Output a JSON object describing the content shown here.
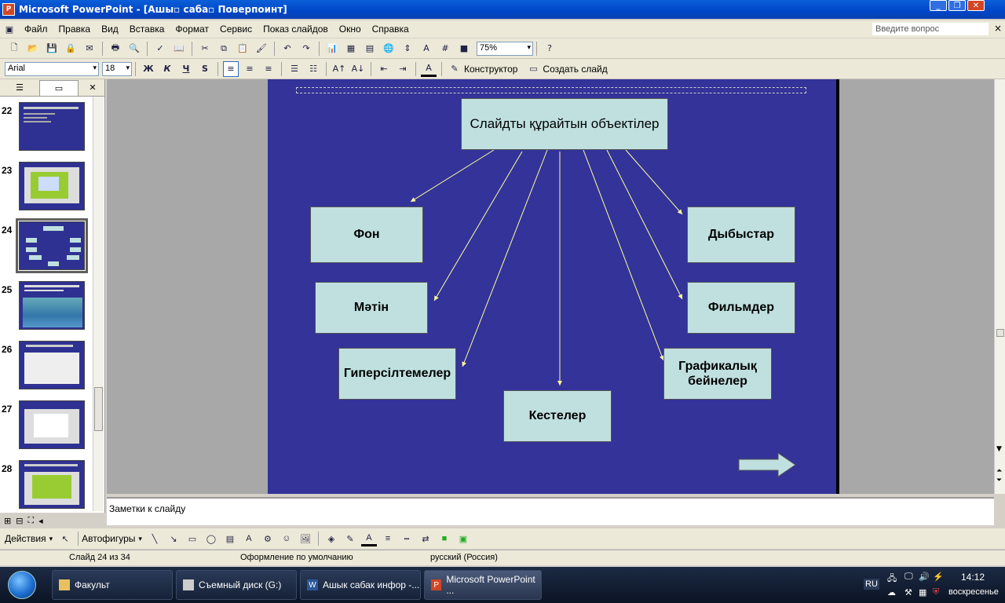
{
  "window": {
    "title": "Microsoft PowerPoint - [Ашы▫ саба▫ Поверпоинт]",
    "app_letter": "P"
  },
  "menu": {
    "items": [
      "Файл",
      "Правка",
      "Вид",
      "Вставка",
      "Формат",
      "Сервис",
      "Показ слайдов",
      "Окно",
      "Справка"
    ],
    "help_placeholder": "Введите вопрос"
  },
  "toolbar": {
    "zoom": "75%"
  },
  "format_toolbar": {
    "font": "Arial",
    "size": "18",
    "bold": "Ж",
    "italic": "К",
    "underline": "Ч",
    "shadow": "S",
    "designer_label": "Конструктор",
    "new_slide_label": "Создать слайд"
  },
  "thumbnails": [
    {
      "num": "22"
    },
    {
      "num": "23"
    },
    {
      "num": "24",
      "selected": true
    },
    {
      "num": "25"
    },
    {
      "num": "26"
    },
    {
      "num": "27"
    },
    {
      "num": "28"
    }
  ],
  "slide": {
    "root": "Слайдты құрайтын объектілер",
    "nodes": {
      "fon": "Фон",
      "dybys": "Дыбыстар",
      "matin": "Мәтін",
      "film": "Фильмдер",
      "hyper": "Гиперсілтемелер",
      "graf": "Графикалық бейнелер",
      "kesteler": "Кестелер"
    }
  },
  "notes": {
    "placeholder": "Заметки к слайду"
  },
  "drawbar": {
    "actions": "Действия",
    "autoshapes": "Автофигуры"
  },
  "status": {
    "slide": "Слайд 24 из 34",
    "design": "Оформление по умолчанию",
    "language": "русский (Россия)"
  },
  "taskbar": {
    "tasks": [
      {
        "label": "Факульт"
      },
      {
        "label": "Съемный диск (G:)"
      },
      {
        "label": "Ашык сабак инфор -..."
      },
      {
        "label": "Microsoft PowerPoint ..."
      }
    ],
    "lang": "RU",
    "time": "14:12",
    "day": "воскресенье"
  }
}
